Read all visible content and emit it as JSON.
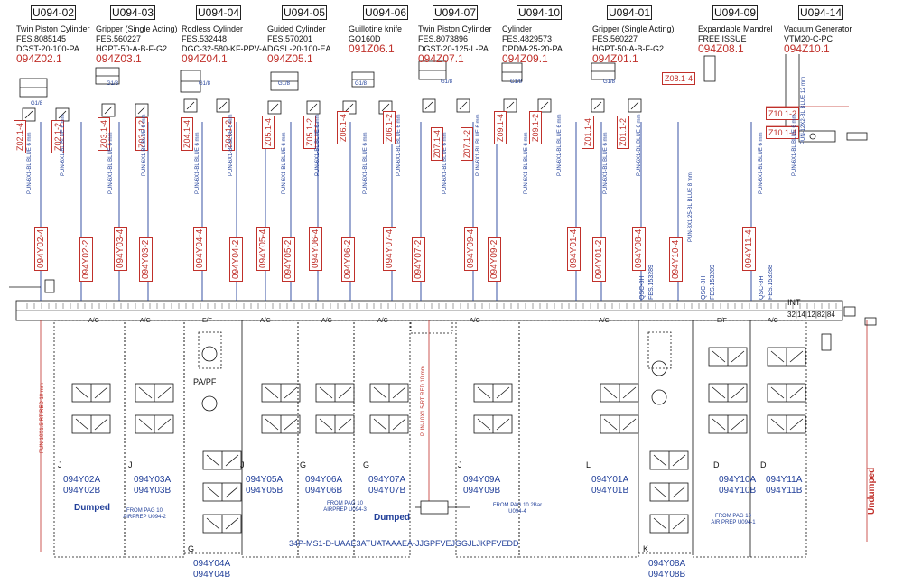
{
  "components": [
    {
      "tag": "U094-02",
      "title": "Twin Piston Cylinder",
      "fes": "FES.8085145",
      "model": "DGST-20-100-PA",
      "ref": "094Z02.1"
    },
    {
      "tag": "U094-03",
      "title": "Gripper (Single Acting)",
      "fes": "FES.560227",
      "model": "HGPT-50-A-B-F-G2",
      "ref": "094Z03.1"
    },
    {
      "tag": "U094-04",
      "title": "Rodless Cylinder",
      "fes": "FES.532448",
      "model": "DGC-32-580-KF-PPV-A",
      "ref": "094Z04.1"
    },
    {
      "tag": "U094-05",
      "title": "Guided Cylinder",
      "fes": "FES.570201",
      "model": "DGSL-20-100-EA",
      "ref": "094Z05.1"
    },
    {
      "tag": "U094-06",
      "title": "Guillotine knife",
      "fes": "GO160D",
      "model": "",
      "ref": "091Z06.1"
    },
    {
      "tag": "U094-07",
      "title": "Twin Piston Cylinder",
      "fes": "FES.8073896",
      "model": "DGST-20-125-L-PA",
      "ref": "094Z07.1"
    },
    {
      "tag": "U094-10",
      "title": "Cylinder",
      "fes": "FES.4829573",
      "model": "DPDM-25-20-PA",
      "ref": "094Z09.1"
    },
    {
      "tag": "U094-01",
      "title": "Gripper (Single Acting)",
      "fes": "FES.560227",
      "model": "HGPT-50-A-B-F-G2",
      "ref": "094Z01.1"
    },
    {
      "tag": "U094-09",
      "title": "Expandable Mandrel",
      "fes": "FREE ISSUE",
      "model": "",
      "ref": "094Z08.1"
    },
    {
      "tag": "U094-14",
      "title": "Vacuum Generator",
      "fes": "VTM20-C-PC",
      "model": "",
      "ref": "094Z10.1"
    }
  ],
  "port_labels": [
    "Z02.1-4",
    "Z02.1-2",
    "Z03.1-4",
    "Z03.1-2",
    "Z04.1-4",
    "Z04.1-2",
    "Z05.1-4",
    "Z05.1-2",
    "Z06.1-4",
    "Z06.1-2",
    "Z07.1-4",
    "Z07.1-2",
    "Z09.1-4",
    "Z09.1-2",
    "Z01.1-4",
    "Z01.1-2",
    "Z08.1-4",
    "Z10.1-2",
    "Z10.1-4"
  ],
  "manifold_ports": [
    "094Y02-4",
    "094Y02-2",
    "094Y03-4",
    "094Y03-2",
    "094Y04-4",
    "094Y04-2",
    "094Y05-4",
    "094Y05-2",
    "094Y06-4",
    "094Y06-2",
    "094Y07-4",
    "094Y07-2",
    "094Y09-4",
    "094Y09-2",
    "094Y01-4",
    "094Y01-2",
    "094Y08-4",
    "094Y10-4",
    "094Y11-4"
  ],
  "tubing": {
    "blue_6mm": "PUN-6X1-BL BLUE 6 mm",
    "blue_12mm": "PUN-12X2-BL BLUE 12 mm",
    "red_10mm": "PUN-10X1.5-RT RED 10 mm",
    "blue_8mm": "PUN-8X1.25-BL BLUE 8 mm"
  },
  "fittings": {
    "qsc": "QSC-8H",
    "fes153289": "FES.153289",
    "fes153288": "FES.153288",
    "g18": "G1/8",
    "int": "INT",
    "pins": "32|14|12|82|84"
  },
  "valves": [
    {
      "letter": "J",
      "a": "094Y02A",
      "b": "094Y02B"
    },
    {
      "letter": "J",
      "a": "094Y03A",
      "b": "094Y03B"
    },
    {
      "letter": "G",
      "a": "094Y04A",
      "b": "094Y04B"
    },
    {
      "letter": "J",
      "a": "094Y05A",
      "b": "094Y05B"
    },
    {
      "letter": "G",
      "a": "094Y06A",
      "b": "094Y06B"
    },
    {
      "letter": "G",
      "a": "094Y07A",
      "b": "094Y07B"
    },
    {
      "letter": "J",
      "a": "094Y09A",
      "b": "094Y09B"
    },
    {
      "letter": "L",
      "a": "094Y01A",
      "b": "094Y01B"
    },
    {
      "letter": "K",
      "a": "094Y08A",
      "b": "094Y08B"
    },
    {
      "letter": "D",
      "a": "094Y10A",
      "b": "094Y10B"
    },
    {
      "letter": "D",
      "a": "094Y11A",
      "b": "094Y11B"
    }
  ],
  "slot_labels": [
    "A/C",
    "A/C",
    "E/F",
    "A/C",
    "A/C",
    "A/C",
    "A/C",
    "A/C",
    "E/F",
    "A/C"
  ],
  "notes": {
    "dumped1": "Dumped",
    "dumped2": "Dumped",
    "undumped": "Undumped",
    "from1": "FROM PAG 10 AIRPREP U094-2",
    "from2": "FROM PAG 10 AIRPREP U094-3",
    "from3": "FROM PAG 10 2Bar U094-4",
    "from4": "FROM PAG 10 AIR PREP U094-1",
    "code": "34P-MS1-D-UAAE3ATUATAAAEA-JJGPFVEJGGJLJKPFVEDD",
    "papf": "PA/PF"
  }
}
